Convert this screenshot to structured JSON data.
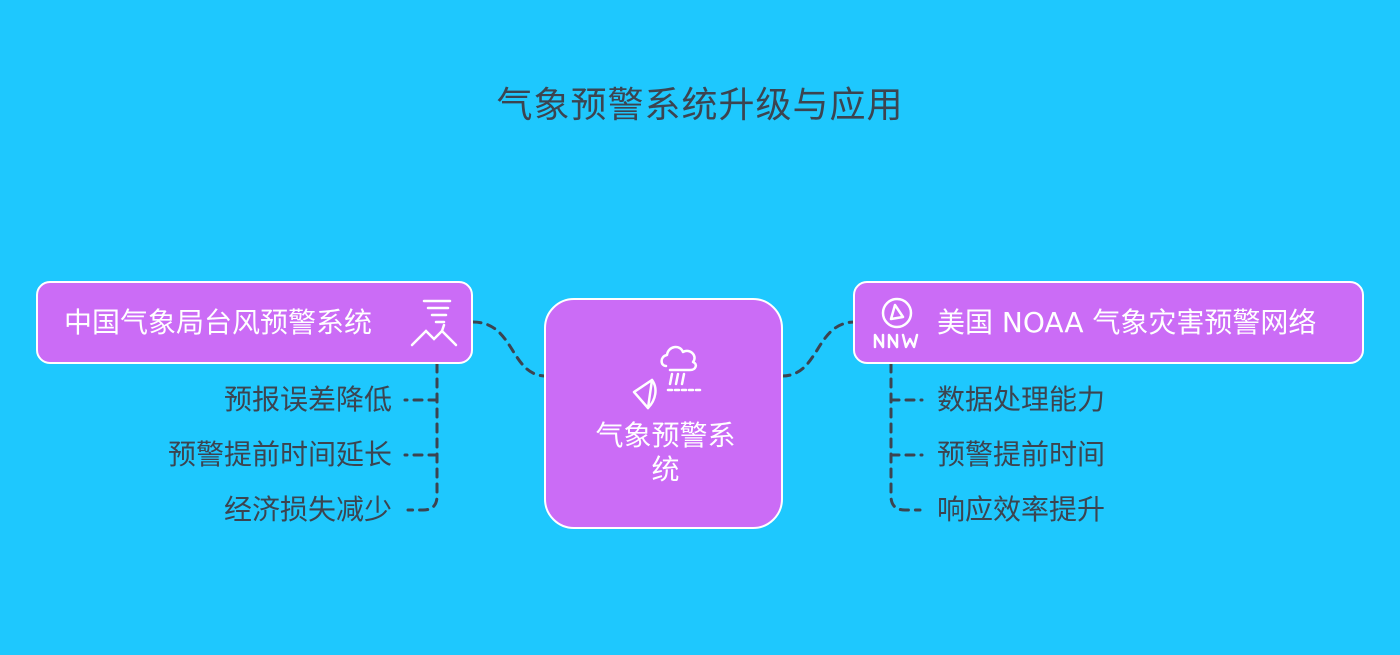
{
  "title": "气象预警系统升级与应用",
  "center": {
    "label": "气象预警系统",
    "icon": "rain-cloud-icon"
  },
  "left": {
    "label": "中国气象局台风预警系统",
    "icon": "tornado-icon",
    "children": [
      "预报误差降低",
      "预警提前时间延长",
      "经济损失减少"
    ]
  },
  "right": {
    "label": "美国 NOAA 气象灾害预警网络",
    "icon": "wind-direction-compass-icon",
    "children": [
      "数据处理能力",
      "预警提前时间",
      "响应效率提升"
    ]
  },
  "colors": {
    "background": "#1ec8fe",
    "node_fill": "#cb6cf6",
    "node_border": "#ffffff",
    "text_dark": "#3c4450",
    "connector": "#3c4450"
  }
}
